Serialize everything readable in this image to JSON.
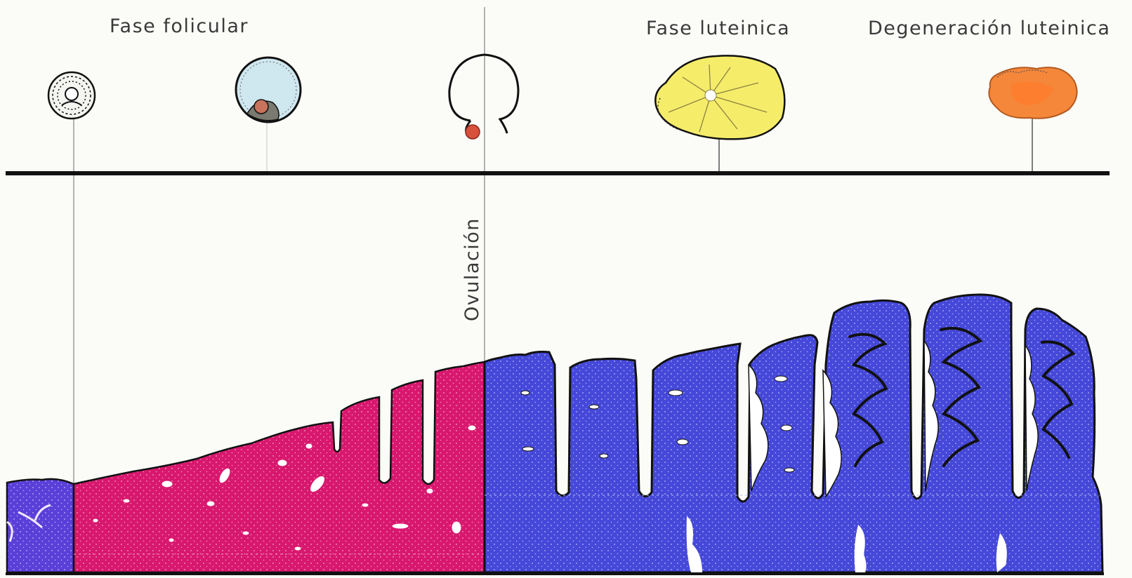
{
  "phases": {
    "follicular": "Fase folicular",
    "luteal": "Fase luteinica",
    "luteal_degeneration": "Degeneración luteinica"
  },
  "ovulation_label": "Ovulación",
  "colors": {
    "follicle_fill": "#cfe7ef",
    "oocyte": "#c8735c",
    "released_oocyte": "#d8503c",
    "corpus_luteum": "#f5ec6a",
    "corpus_albicans": "#f5873a",
    "proliferative_endometrium": "#d8186e",
    "secretory_endometrium": "#4548d8",
    "menstrual_layer": "#5a3fd8",
    "outline": "#111111",
    "guide_line": "#9a9a9a",
    "background": "#fbfbf8"
  },
  "icons": [
    "primordial-follicle-icon",
    "antral-follicle-icon",
    "ruptured-follicle-icon",
    "corpus-luteum-icon",
    "corpus-albicans-icon"
  ]
}
